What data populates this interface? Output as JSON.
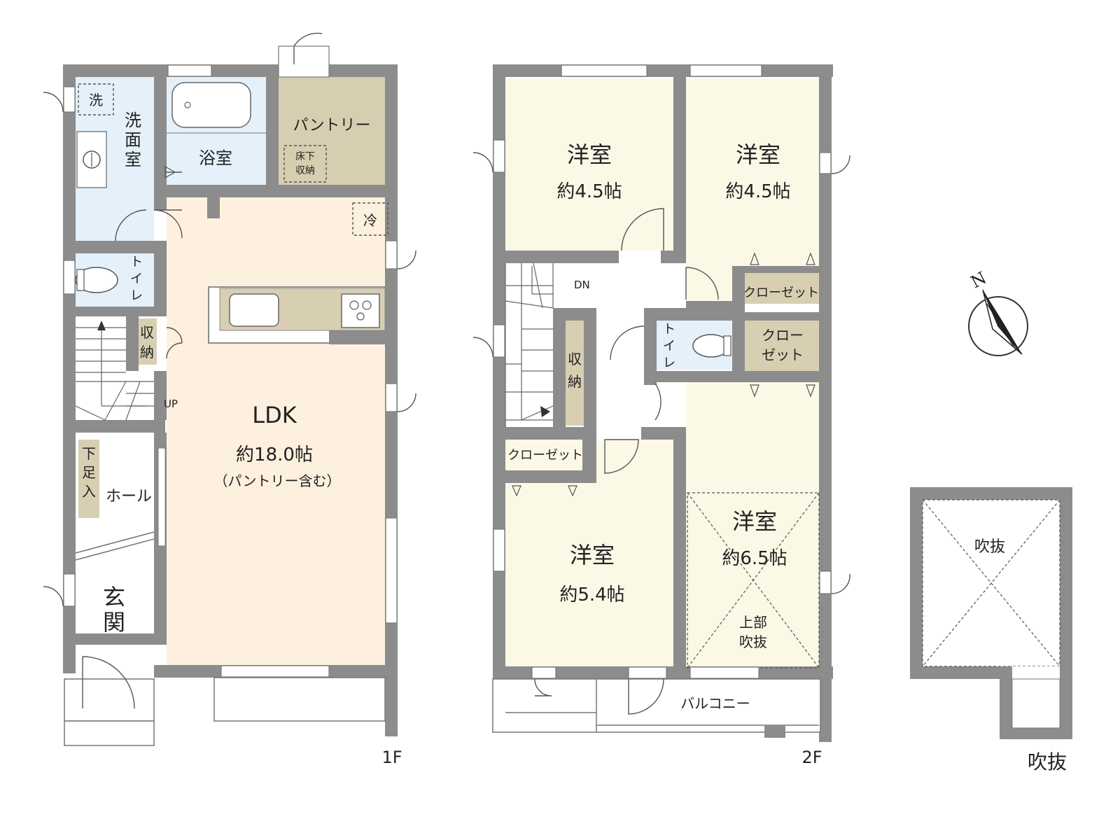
{
  "colors": {
    "wall": "#8c8c8c",
    "ldk": "#fdf0df",
    "wet": "#e4f0fa",
    "bedroom": "#fbf8e6",
    "storage": "#d8cfb2",
    "pantry": "#d7ceb1"
  },
  "floor1": {
    "label": "1F",
    "rooms": {
      "wash_marker": "洗",
      "washroom": [
        "洗",
        "面",
        "室"
      ],
      "bath": "浴室",
      "pantry": "パントリー",
      "underfloor_storage": [
        "床下",
        "収納"
      ],
      "fridge": "冷",
      "toilet": [
        "ト",
        "イ",
        "レ"
      ],
      "storage": [
        "収",
        "納"
      ],
      "up": "UP",
      "ldk_name": "LDK",
      "ldk_size": "約18.0帖",
      "ldk_note": "（パントリー含む）",
      "shoe_storage": [
        "下",
        "足",
        "入"
      ],
      "hall": "ホール",
      "entrance": [
        "玄",
        "関"
      ]
    }
  },
  "floor2": {
    "label": "2F",
    "rooms": {
      "bedroom1_name": "洋室",
      "bedroom1_size": "約4.5帖",
      "bedroom2_name": "洋室",
      "bedroom2_size": "約4.5帖",
      "closet_top": "クローゼット",
      "down": "DN",
      "toilet": [
        "ト",
        "イ",
        "レ"
      ],
      "closet_mid": [
        "クロー",
        "ゼット"
      ],
      "storage": [
        "収",
        "納"
      ],
      "closet_left": "クローゼット",
      "bedroom3_name": "洋室",
      "bedroom3_size": "約5.4帖",
      "bedroom4_name": "洋室",
      "bedroom4_size": "約6.5帖",
      "void_above": [
        "上部",
        "吹抜"
      ],
      "balcony": "バルコニー"
    }
  },
  "void_plan": {
    "inner_label": "吹抜",
    "caption": "吹抜"
  },
  "compass": {
    "north": "N"
  }
}
